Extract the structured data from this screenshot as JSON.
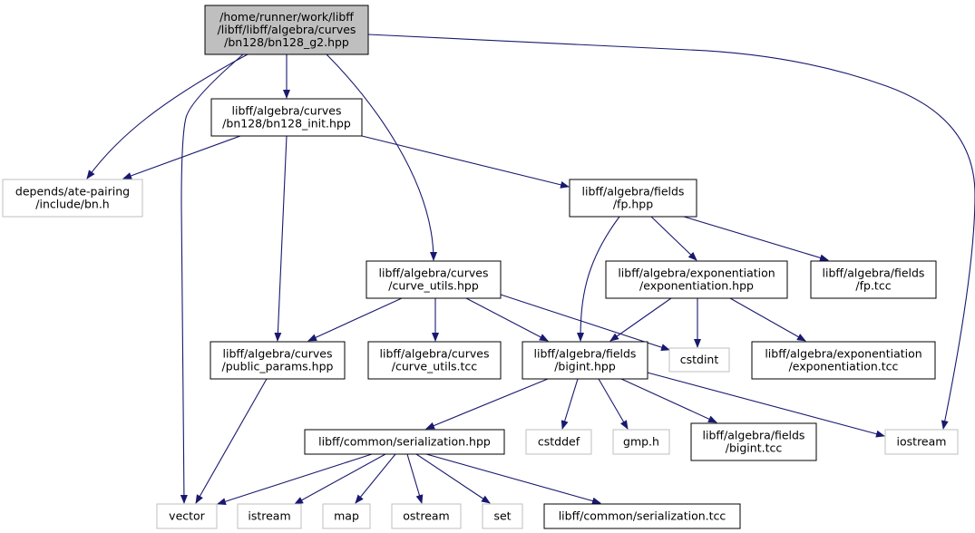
{
  "colors": {
    "edge": "#191970",
    "root_fill": "#bfbfbf",
    "root_border": "#000000",
    "local_border": "#000000",
    "system_border": "#bfbfbf",
    "text": "#000000"
  },
  "nodes": [
    {
      "id": "bn128_g2",
      "kind": "root",
      "lines": [
        "/home/runner/work/libff",
        "/libff/libff/algebra/curves",
        "/bn128/bn128_g2.hpp"
      ]
    },
    {
      "id": "bn128_init",
      "kind": "local",
      "lines": [
        "libff/algebra/curves",
        "/bn128/bn128_init.hpp"
      ]
    },
    {
      "id": "bn_h",
      "kind": "system",
      "lines": [
        "depends/ate-pairing",
        "/include/bn.h"
      ]
    },
    {
      "id": "fp_hpp",
      "kind": "local",
      "lines": [
        "libff/algebra/fields",
        "/fp.hpp"
      ]
    },
    {
      "id": "curve_utils_hpp",
      "kind": "local",
      "lines": [
        "libff/algebra/curves",
        "/curve_utils.hpp"
      ]
    },
    {
      "id": "exponentiation_hpp",
      "kind": "local",
      "lines": [
        "libff/algebra/exponentiation",
        "/exponentiation.hpp"
      ]
    },
    {
      "id": "fp_tcc",
      "kind": "local",
      "lines": [
        "libff/algebra/fields",
        "/fp.tcc"
      ]
    },
    {
      "id": "public_params",
      "kind": "local",
      "lines": [
        "libff/algebra/curves",
        "/public_params.hpp"
      ]
    },
    {
      "id": "curve_utils_tcc",
      "kind": "local",
      "lines": [
        "libff/algebra/curves",
        "/curve_utils.tcc"
      ]
    },
    {
      "id": "bigint_hpp",
      "kind": "local",
      "lines": [
        "libff/algebra/fields",
        "/bigint.hpp"
      ]
    },
    {
      "id": "cstdint",
      "kind": "system",
      "lines": [
        "cstdint"
      ]
    },
    {
      "id": "exponentiation_tcc",
      "kind": "local",
      "lines": [
        "libff/algebra/exponentiation",
        "/exponentiation.tcc"
      ]
    },
    {
      "id": "serialization_hpp",
      "kind": "local",
      "lines": [
        "libff/common/serialization.hpp"
      ]
    },
    {
      "id": "cstddef",
      "kind": "system",
      "lines": [
        "cstddef"
      ]
    },
    {
      "id": "gmp_h",
      "kind": "system",
      "lines": [
        "gmp.h"
      ]
    },
    {
      "id": "bigint_tcc",
      "kind": "local",
      "lines": [
        "libff/algebra/fields",
        "/bigint.tcc"
      ]
    },
    {
      "id": "iostream",
      "kind": "system",
      "lines": [
        "iostream"
      ]
    },
    {
      "id": "vector",
      "kind": "system",
      "lines": [
        "vector"
      ]
    },
    {
      "id": "istream",
      "kind": "system",
      "lines": [
        "istream"
      ]
    },
    {
      "id": "map",
      "kind": "system",
      "lines": [
        "map"
      ]
    },
    {
      "id": "ostream",
      "kind": "system",
      "lines": [
        "ostream"
      ]
    },
    {
      "id": "set",
      "kind": "system",
      "lines": [
        "set"
      ]
    },
    {
      "id": "serialization_tcc",
      "kind": "local",
      "lines": [
        "libff/common/serialization.tcc"
      ]
    }
  ],
  "edges": [
    {
      "from": "bn128_g2",
      "to": "bn128_init"
    },
    {
      "from": "bn128_g2",
      "to": "bn_h"
    },
    {
      "from": "bn128_g2",
      "to": "vector"
    },
    {
      "from": "bn128_g2",
      "to": "curve_utils_hpp"
    },
    {
      "from": "bn128_g2",
      "to": "iostream"
    },
    {
      "from": "bn128_init",
      "to": "bn_h"
    },
    {
      "from": "bn128_init",
      "to": "fp_hpp"
    },
    {
      "from": "bn128_init",
      "to": "public_params"
    },
    {
      "from": "fp_hpp",
      "to": "bigint_hpp"
    },
    {
      "from": "fp_hpp",
      "to": "exponentiation_hpp"
    },
    {
      "from": "fp_hpp",
      "to": "fp_tcc"
    },
    {
      "from": "curve_utils_hpp",
      "to": "public_params"
    },
    {
      "from": "curve_utils_hpp",
      "to": "curve_utils_tcc"
    },
    {
      "from": "curve_utils_hpp",
      "to": "bigint_hpp"
    },
    {
      "from": "curve_utils_hpp",
      "to": "cstdint"
    },
    {
      "from": "exponentiation_hpp",
      "to": "bigint_hpp"
    },
    {
      "from": "exponentiation_hpp",
      "to": "cstdint"
    },
    {
      "from": "exponentiation_hpp",
      "to": "exponentiation_tcc"
    },
    {
      "from": "public_params",
      "to": "vector"
    },
    {
      "from": "bigint_hpp",
      "to": "serialization_hpp"
    },
    {
      "from": "bigint_hpp",
      "to": "cstddef"
    },
    {
      "from": "bigint_hpp",
      "to": "gmp_h"
    },
    {
      "from": "bigint_hpp",
      "to": "bigint_tcc"
    },
    {
      "from": "bigint_hpp",
      "to": "iostream"
    },
    {
      "from": "serialization_hpp",
      "to": "vector"
    },
    {
      "from": "serialization_hpp",
      "to": "istream"
    },
    {
      "from": "serialization_hpp",
      "to": "map"
    },
    {
      "from": "serialization_hpp",
      "to": "ostream"
    },
    {
      "from": "serialization_hpp",
      "to": "set"
    },
    {
      "from": "serialization_hpp",
      "to": "serialization_tcc"
    }
  ]
}
